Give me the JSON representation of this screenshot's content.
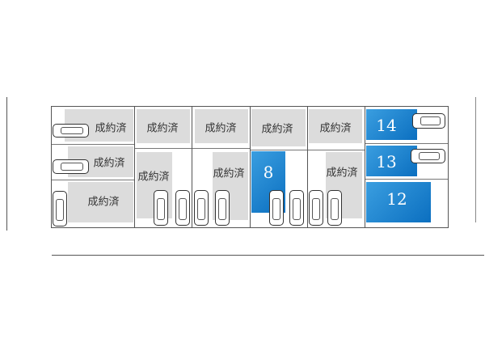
{
  "site_plan": {
    "sold_label": "成約済",
    "lots_sold_count": 10,
    "available_lots": [
      {
        "number": "14",
        "status": "available"
      },
      {
        "number": "13",
        "status": "available"
      },
      {
        "number": "12",
        "status": "available"
      },
      {
        "number": "8",
        "status": "available"
      }
    ],
    "colors": {
      "available": "#1a7fd0",
      "sold": "#dcdcdc",
      "lines": "#555555"
    }
  }
}
